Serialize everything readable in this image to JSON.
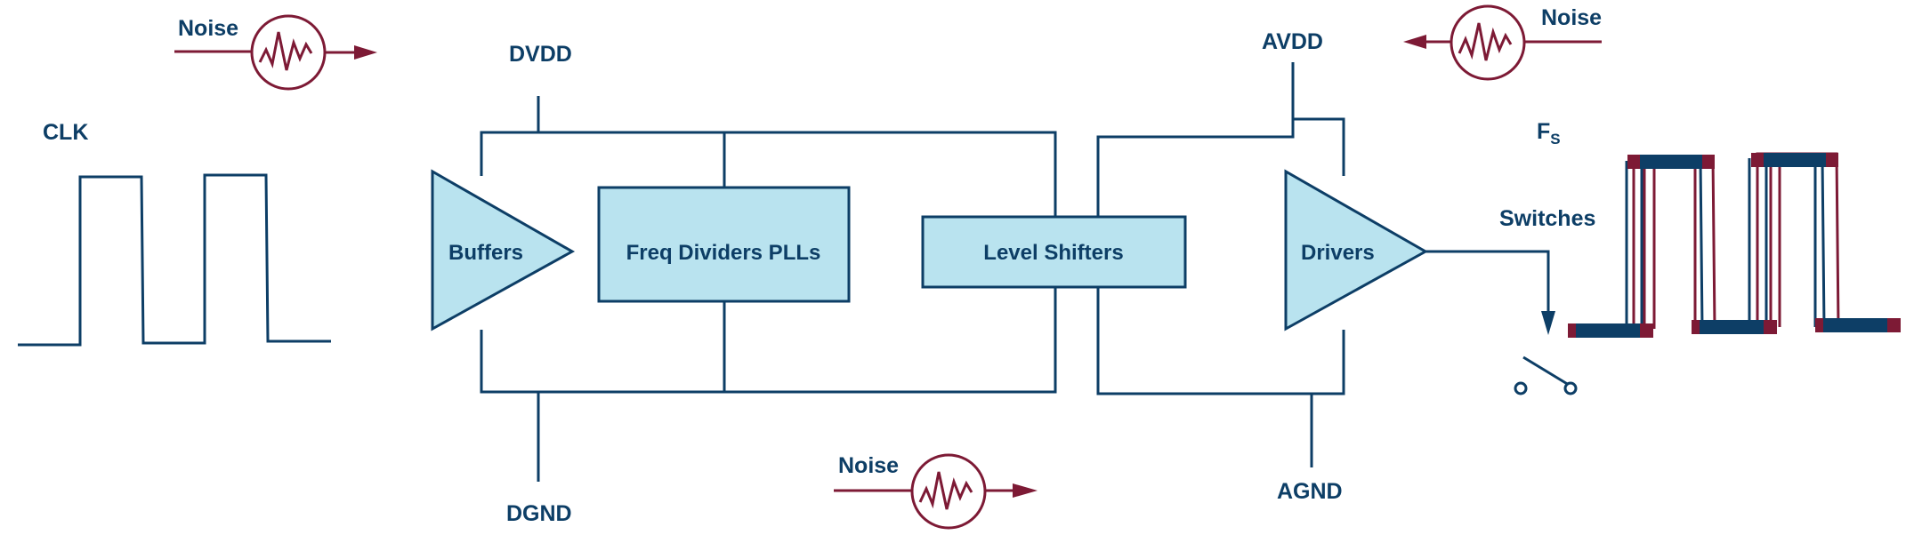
{
  "labels": {
    "clk": "CLK",
    "dvdd": "DVDD",
    "dgnd": "DGND",
    "avdd": "AVDD",
    "agnd": "AGND",
    "fs_main": "F",
    "fs_sub": "S",
    "switches": "Switches"
  },
  "noise": {
    "top_left": "Noise",
    "top_right": "Noise",
    "bottom": "Noise"
  },
  "blocks": {
    "buffers": "Buffers",
    "freq_dividers": "Freq Dividers PLLs",
    "level_shifters": "Level Shifters",
    "drivers": "Drivers"
  },
  "colors": {
    "wire": "#0d3e66",
    "block_fill": "#b9e3ef",
    "noise": "#7d1a35",
    "fs_bar_blue": "#0d3e66"
  }
}
